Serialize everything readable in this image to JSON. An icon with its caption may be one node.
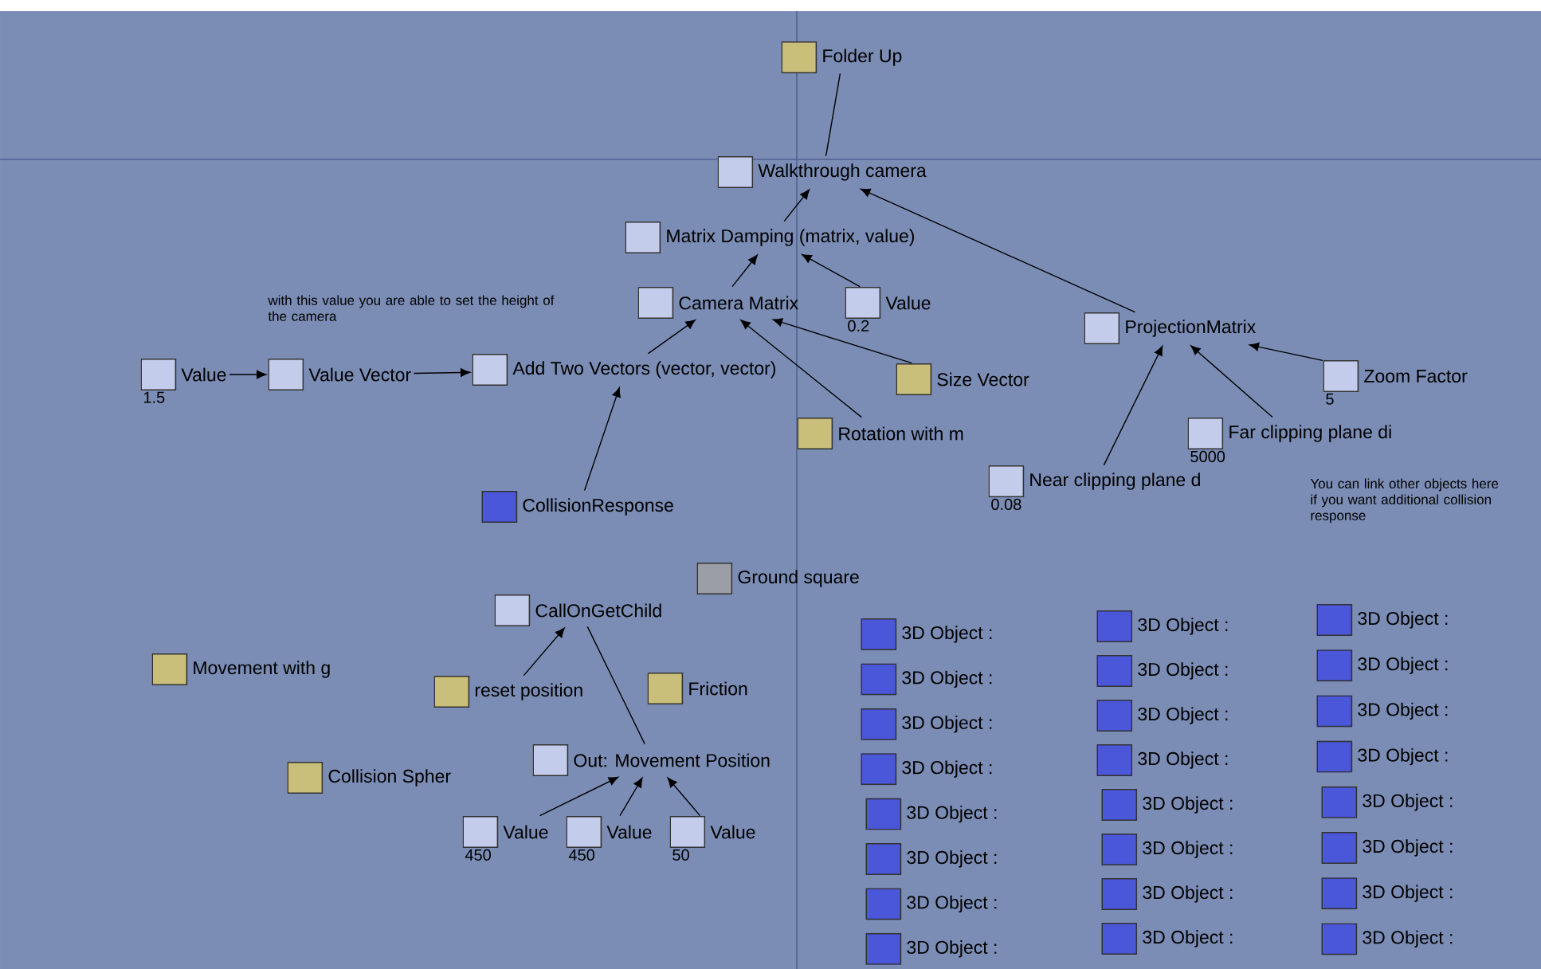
{
  "diagram": {
    "nodes": [
      {
        "text": [
          "Folder Up"
        ]
      },
      {
        "text": [
          "Walkthrough camera"
        ]
      },
      {
        "text": [
          "Matrix Damping (matrix, value)"
        ]
      },
      {
        "text": [
          "Camera Matrix"
        ]
      },
      {
        "text": [
          "Value"
        ],
        "beside": [
          "0.2"
        ]
      },
      {
        "text": [
          "ProjectionMatrix"
        ]
      },
      {
        "text": [
          "Value"
        ],
        "beside": [
          "1.5"
        ]
      },
      {
        "text": [
          "Value Vector"
        ]
      },
      {
        "text": [
          "Add Two Vectors (vector, vector)"
        ]
      },
      {
        "text": [
          "Size Vector"
        ]
      },
      {
        "text": [
          "Zoom Factor"
        ],
        "beside": [
          "5"
        ]
      },
      {
        "text": [
          "Rotation with m"
        ]
      },
      {
        "text": [
          "Far clipping plane di"
        ],
        "beside": [
          "5000"
        ]
      },
      {
        "text": [
          "Near clipping plane d"
        ],
        "beside": [
          "0.08"
        ]
      },
      {
        "text": [
          "CollisionResponse"
        ]
      },
      {
        "text": [
          "Ground square"
        ]
      },
      {
        "text": [
          "CallOnGetChild"
        ]
      },
      {
        "text": [
          "Movement with g"
        ]
      },
      {
        "text": [
          "reset position"
        ]
      },
      {
        "text": [
          "Friction"
        ]
      },
      {
        "text": [
          "Collision Spher"
        ]
      },
      {
        "text": [
          "Out: Movement Position"
        ]
      },
      {
        "text": [
          "Value"
        ],
        "beside": [
          "450"
        ]
      },
      {
        "text": [
          "Value"
        ],
        "beside": [
          "450"
        ]
      },
      {
        "text": [
          "Value"
        ],
        "beside": [
          "50"
        ]
      },
      {
        "text": [
          "3D Object :"
        ]
      },
      {
        "text": [
          "3D Object :"
        ]
      },
      {
        "text": [
          "3D Object :"
        ]
      },
      {
        "text": [
          "3D Object :"
        ]
      },
      {
        "text": [
          "3D Object :"
        ]
      },
      {
        "text": [
          "3D Object :"
        ]
      },
      {
        "text": [
          "3D Object :"
        ]
      },
      {
        "text": [
          "3D Object :"
        ]
      },
      {
        "text": [
          "3D Object :"
        ]
      },
      {
        "text": [
          "3D Object :"
        ]
      },
      {
        "text": [
          "3D Object :"
        ]
      },
      {
        "text": [
          "3D Object :"
        ]
      },
      {
        "text": [
          "3D Object :"
        ]
      },
      {
        "text": [
          "3D Object :"
        ]
      },
      {
        "text": [
          "3D Object :"
        ]
      },
      {
        "text": [
          "3D Object :"
        ]
      },
      {
        "text": [
          "3D Object :"
        ]
      },
      {
        "text": [
          "3D Object :"
        ]
      },
      {
        "text": [
          "3D Object :"
        ]
      },
      {
        "text": [
          "3D Object :"
        ]
      },
      {
        "text": [
          "3D Object :"
        ]
      },
      {
        "text": [
          "3D Object :"
        ]
      },
      {
        "text": [
          "3D Object :"
        ]
      },
      {
        "text": [
          "3D Object :"
        ]
      }
    ],
    "edges": [
      {
        "from": 1,
        "to": 0,
        "arrow": "none"
      },
      {
        "from": 2,
        "to": 1,
        "arrow": "to"
      },
      {
        "from": 5,
        "to": 1,
        "arrow": "to"
      },
      {
        "from": 3,
        "to": 2,
        "arrow": "to"
      },
      {
        "from": 4,
        "to": 2,
        "arrow": "to"
      },
      {
        "from": 8,
        "to": 3,
        "arrow": "to"
      },
      {
        "from": 9,
        "to": 3,
        "arrow": "to"
      },
      {
        "from": 11,
        "to": 3,
        "arrow": "to"
      },
      {
        "from": 7,
        "to": 8,
        "arrow": "to"
      },
      {
        "from": 6,
        "to": 7,
        "arrow": "to"
      },
      {
        "from": 14,
        "to": 8,
        "arrow": "to"
      },
      {
        "from": 10,
        "to": 5,
        "arrow": "to"
      },
      {
        "from": 12,
        "to": 5,
        "arrow": "to"
      },
      {
        "from": 13,
        "to": 5,
        "arrow": "to"
      },
      {
        "from": 18,
        "to": 16,
        "arrow": "to"
      },
      {
        "from": 21,
        "to": 16,
        "arrow": "none"
      },
      {
        "from": 22,
        "to": 21,
        "arrow": "to"
      },
      {
        "from": 23,
        "to": 21,
        "arrow": "to"
      },
      {
        "from": 24,
        "to": 21,
        "arrow": "to"
      }
    ],
    "labels": [
      "with this value you are able to set the height of the camera",
      "You can link other objects here if you want additional collision response"
    ]
  }
}
